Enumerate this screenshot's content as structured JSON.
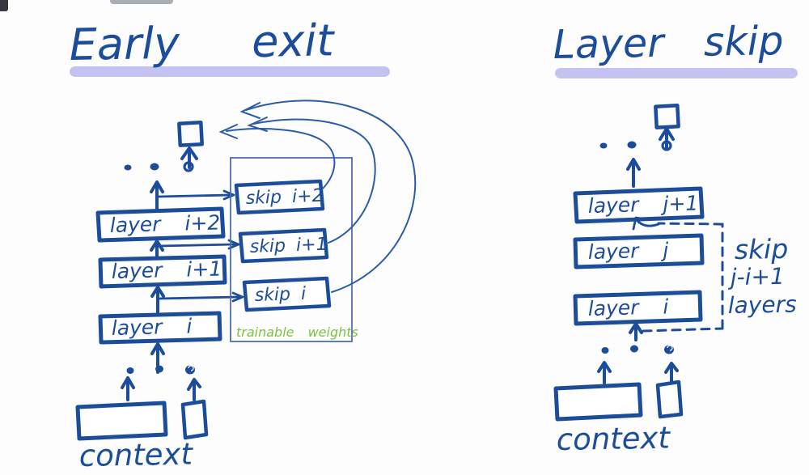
{
  "colors": {
    "ink": "#1c4d9b",
    "thin_stroke": "#2b5ca6",
    "underline": "#c3c2f0",
    "trainable_green": "#7cc144",
    "background": "#fdfdfd"
  },
  "left": {
    "title": "Early exit",
    "layers": [
      "layer i",
      "layer i+1",
      "layer i+2"
    ],
    "skips": [
      "skip i",
      "skip i+1",
      "skip i+2"
    ],
    "trainable": "trainable weights",
    "context": "context"
  },
  "right": {
    "title": "Layer skip",
    "layers": [
      "layer i",
      "layer j",
      "layer j+1"
    ],
    "note": [
      "skip",
      "j-i+1",
      "layers"
    ],
    "context": "context"
  }
}
